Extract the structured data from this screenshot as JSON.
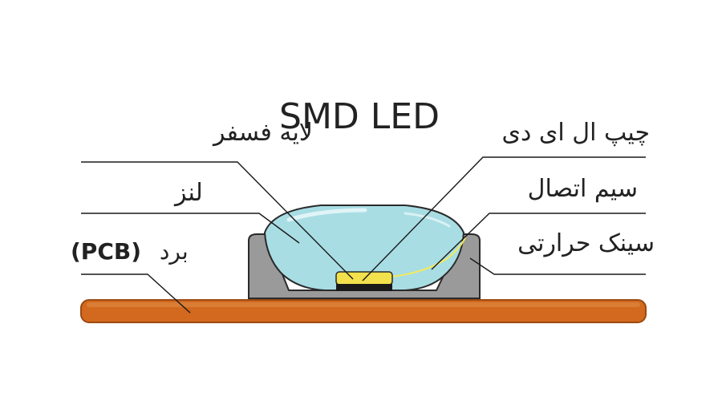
{
  "title": "SMD LED",
  "labels": {
    "phosphor": "لایه فسفر",
    "lens": "لنز",
    "board_prefix": "برد",
    "board_suffix": "(PCB)",
    "chip": "چیپ ال ای دی",
    "wire": "سیم اتصال",
    "heatsink": "سینک حرارتی"
  },
  "colors": {
    "pcb": "#d2691e",
    "lens": "#a8dde4",
    "housing": "#9a9a9a",
    "chip_top": "#f2e14c",
    "chip_base": "#1a1a1a",
    "wire": "#f4ea5a"
  }
}
